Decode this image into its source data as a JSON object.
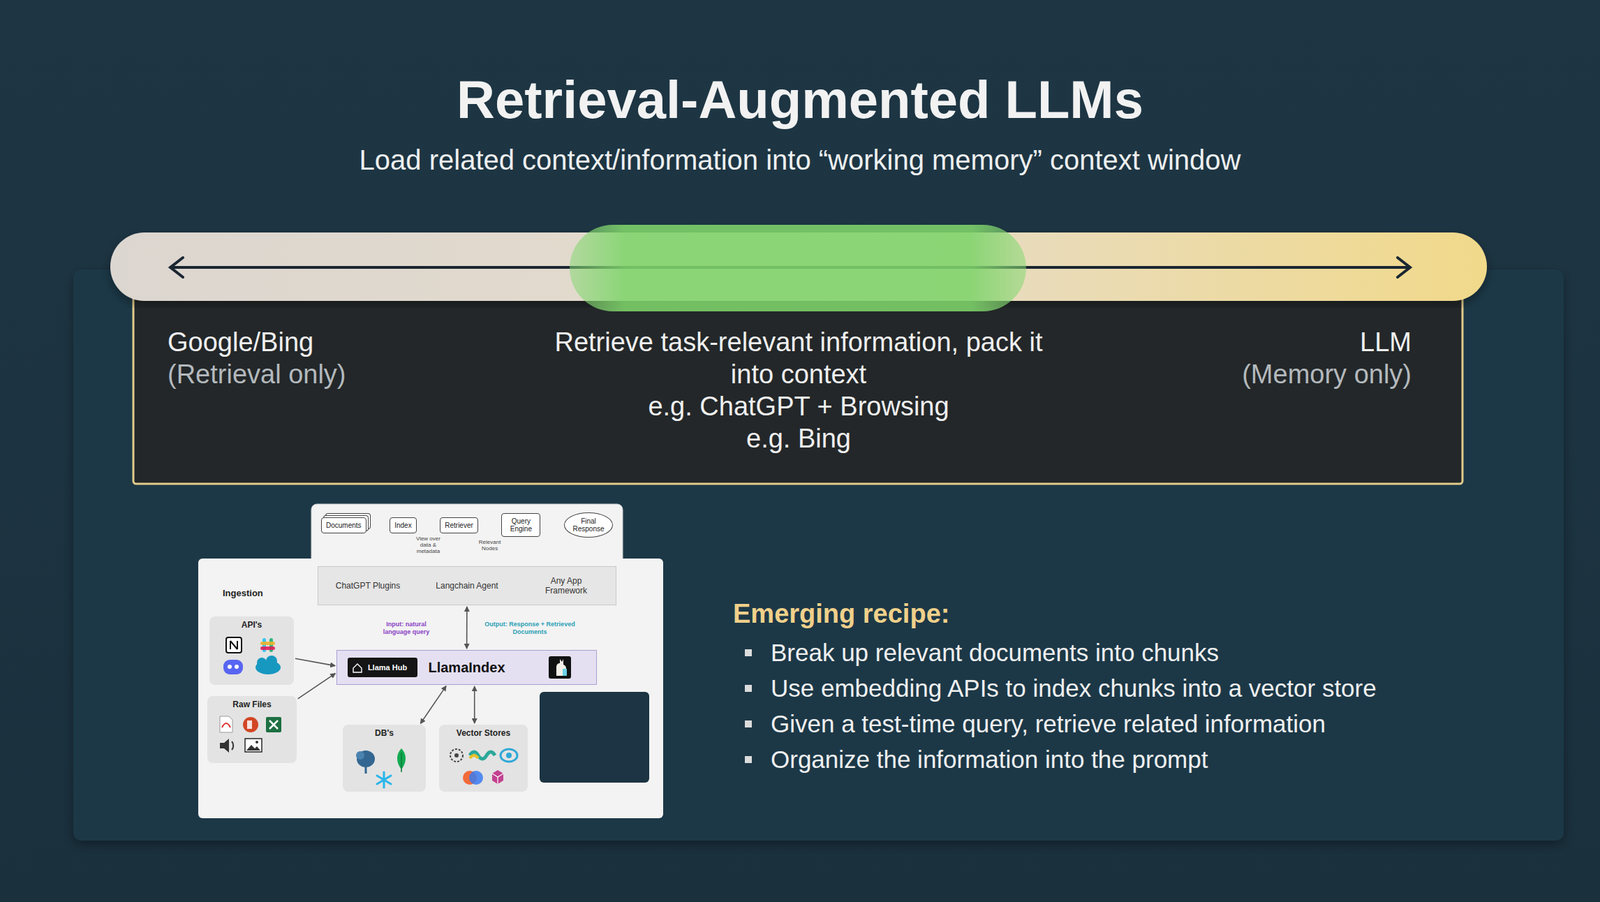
{
  "diagram": {
    "title": "Retrieval-Augmented LLMs",
    "nodes": [
      {
        "text": [
          "Google/Bing",
          "(Retrieval only)",
          "Retrieve task-relevant information, pack it into context",
          "e.g. ChatGPT + Browsing",
          "e.g. Bing",
          "LLM",
          "(Memory only)"
        ]
      },
      {
        "text": [
          "Ingestion"
        ]
      },
      {
        "text": [
          "Documents"
        ]
      },
      {
        "text": [
          "Index"
        ]
      },
      {
        "text": [
          "Retriever"
        ]
      },
      {
        "text": [
          "Query Engine"
        ]
      },
      {
        "text": [
          "Final Response"
        ]
      },
      {
        "text": [
          "ChatGPT Plugins",
          "Langchain Agent",
          "Any App Framework"
        ],
        "in": 1
      },
      {
        "text": [
          "API's"
        ],
        "in": 1
      },
      {
        "text": [
          "Raw Files"
        ],
        "in": 1
      },
      {
        "text": [
          "LlamaIndex"
        ],
        "in": 1
      },
      {
        "text": [
          "Llama Hub"
        ],
        "in": 10
      },
      {
        "text": [
          "DB's"
        ],
        "in": 1
      },
      {
        "text": [
          "Vector Stores"
        ],
        "in": 1
      }
    ],
    "edges": [
      {
        "from": 2,
        "to": 3,
        "arrow": "to"
      },
      {
        "from": 3,
        "to": 4,
        "arrow": "to",
        "label": "View over data & metadata"
      },
      {
        "from": 4,
        "to": 5,
        "arrow": "to",
        "label": "Relevant Nodes"
      },
      {
        "from": 5,
        "to": 6,
        "arrow": "to"
      },
      {
        "from": 8,
        "to": 10,
        "arrow": "to"
      },
      {
        "from": 9,
        "to": 10,
        "arrow": "to"
      },
      {
        "from": 10,
        "to": 7,
        "arrow": "both"
      },
      {
        "from": 10,
        "to": 12,
        "arrow": "both"
      },
      {
        "from": 10,
        "to": 13,
        "arrow": "both"
      }
    ],
    "labels": [
      "Load related context/information into “working memory” context window",
      "Input: natural language query",
      "Output: Response + Retrieved Documents",
      "Emerging recipe:",
      "Break up relevant documents into chunks",
      "Use embedding APIs to index chunks into a vector store",
      "Given a test-time query, retrieve related information",
      "Organize the information into the prompt"
    ]
  }
}
